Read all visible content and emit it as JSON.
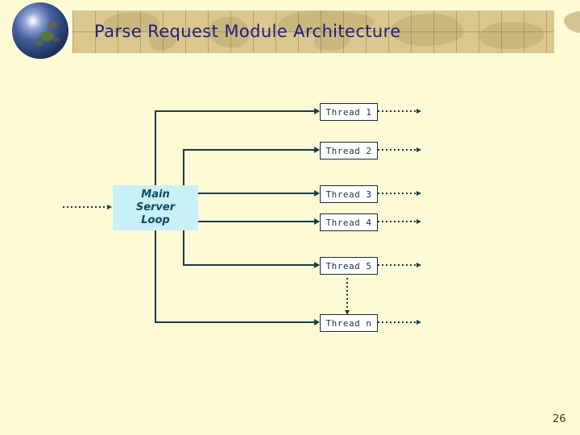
{
  "header": {
    "title": "Parse Request Module Architecture"
  },
  "icons": {
    "globe": "globe-earth"
  },
  "diagram": {
    "main_box": {
      "lines": [
        "Main",
        "Server",
        "Loop"
      ]
    },
    "threads": [
      {
        "label": "Thread 1"
      },
      {
        "label": "Thread 2"
      },
      {
        "label": "Thread 3"
      },
      {
        "label": "Thread 4"
      },
      {
        "label": "Thread 5"
      },
      {
        "label": "Thread n"
      }
    ],
    "ellipsis_between": [
      "Thread 5",
      "Thread n"
    ]
  },
  "footer": {
    "page_number": "26"
  },
  "colors": {
    "background": "#FCFBD6",
    "banner": "#D9C78D",
    "banner_map": "#C4B179",
    "title_text": "#20207A",
    "connector": "#1B3946",
    "main_box_fill": "#C9F0F7",
    "main_box_text": "#0E4A5F",
    "thread_box_border": "#1E2B33",
    "thread_box_fill": "#FFFFFF",
    "thread_text": "#17333F"
  }
}
